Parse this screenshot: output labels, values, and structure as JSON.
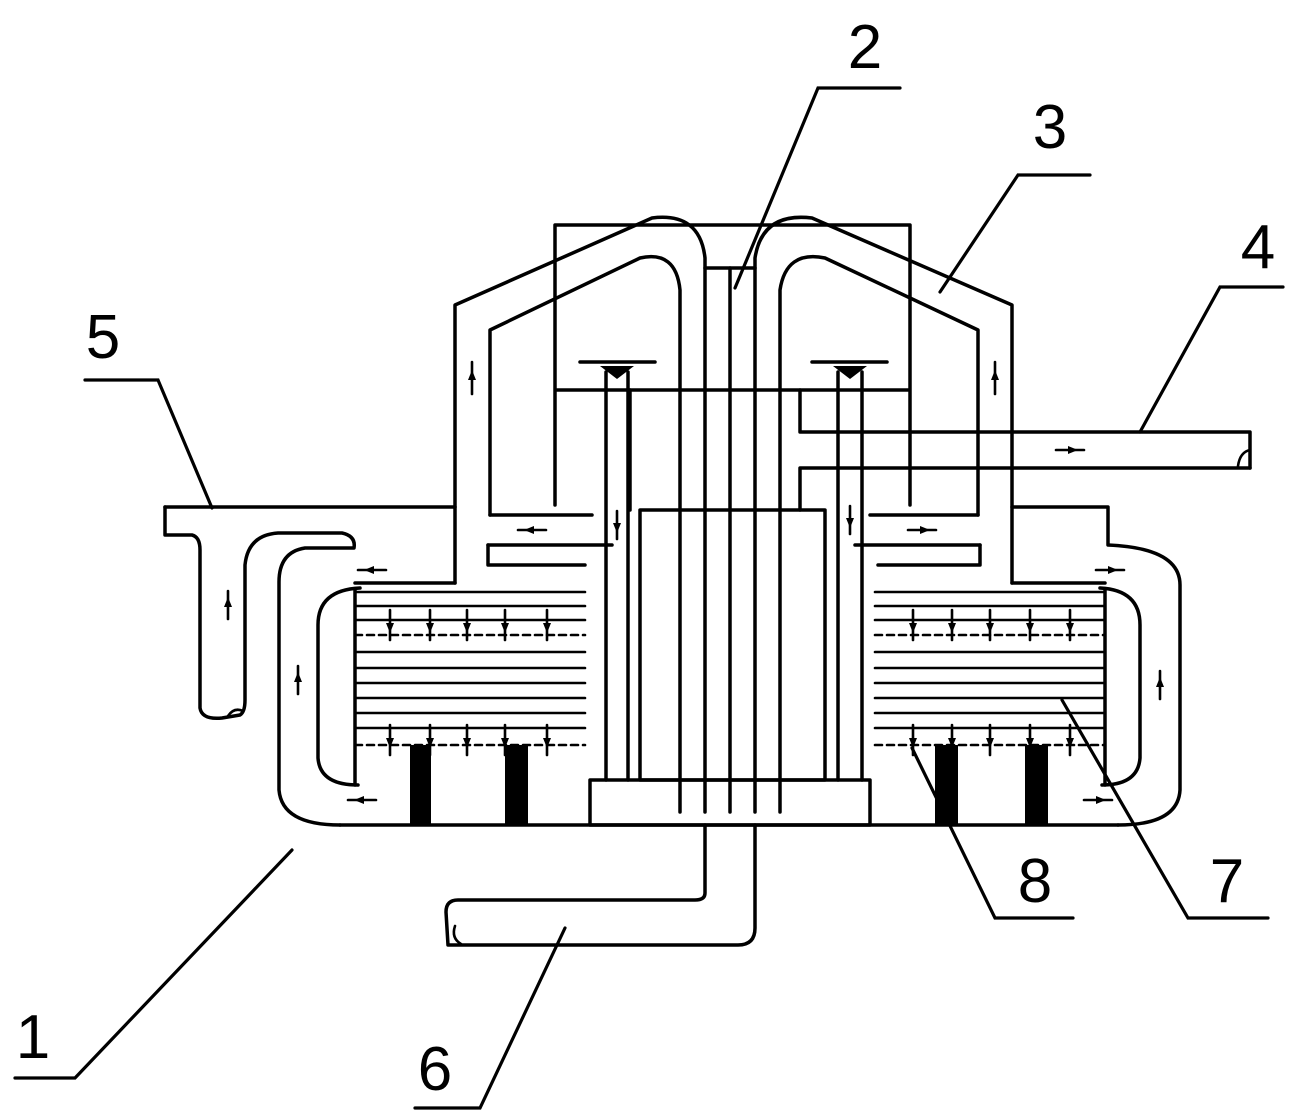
{
  "labels": [
    "1",
    "2",
    "3",
    "4",
    "5",
    "6",
    "7",
    "8"
  ],
  "colors": {
    "line": "#000000",
    "background": "#ffffff"
  }
}
